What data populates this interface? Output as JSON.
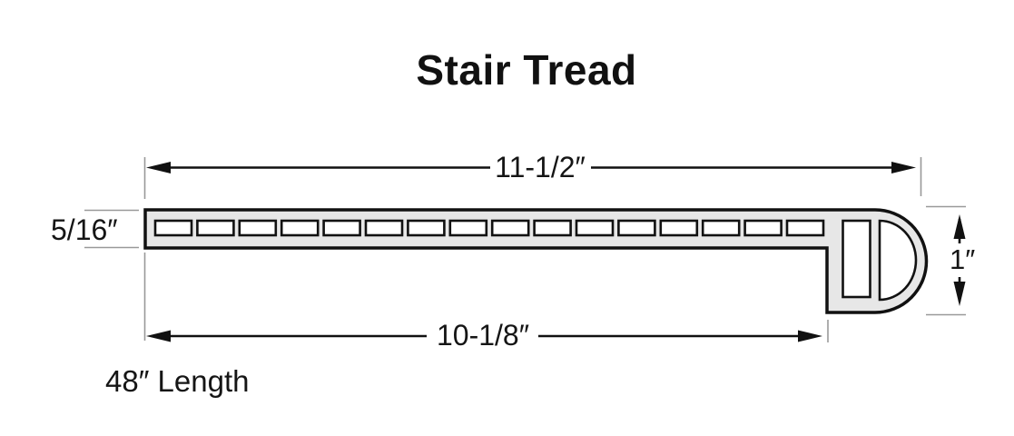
{
  "title": "Stair Tread",
  "dimensions": {
    "top_width": "11-1/2″",
    "bottom_width": "10-1/8″",
    "thickness": "5/16″",
    "nose_height": "1″",
    "length_note": "48″ Length"
  },
  "profile": {
    "top_hole_count": 16,
    "nose_hole_count": 2,
    "description": "stair-tread-cross-section"
  },
  "style": {
    "profile_fill": "#e7e7e7",
    "outline_color": "#111111",
    "extension_line_color": "#999999",
    "background": "#ffffff",
    "text_color": "#151515"
  }
}
